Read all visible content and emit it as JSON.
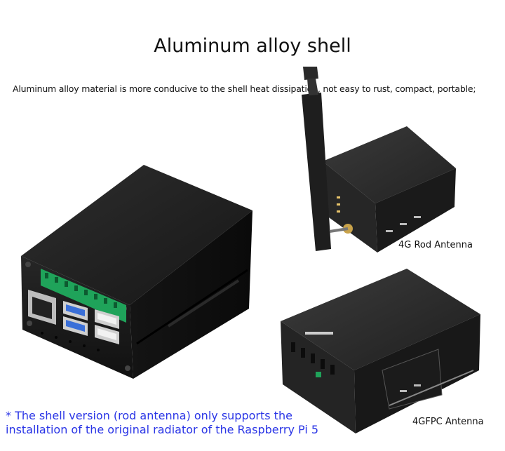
{
  "header": {
    "title": "Aluminum alloy shell",
    "subtitle": "Aluminum alloy material is more conducive to the shell heat dissipation, not easy to rust, compact, portable;"
  },
  "captions": {
    "rod_antenna": "4G Rod Antenna",
    "fpc_antenna": "4GFPC Antenna"
  },
  "note": {
    "text": "* The shell version (rod antenna) only supports the installation of the original radiator of the Raspberry Pi 5"
  },
  "colors": {
    "shell": "#1c1c1c",
    "terminal": "#1fa35a",
    "usb3": "#3a6fd8",
    "note": "#2a35e6"
  }
}
